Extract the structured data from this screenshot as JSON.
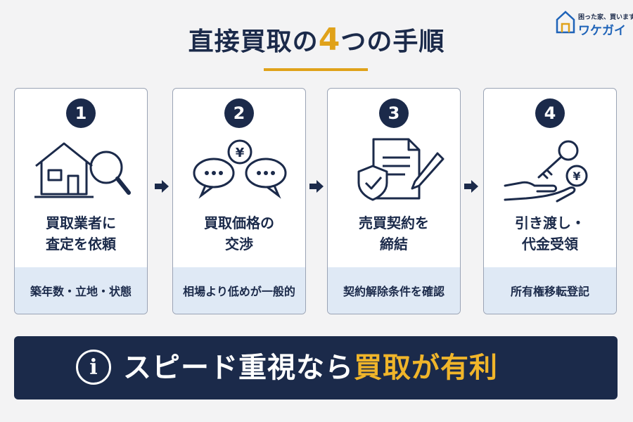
{
  "title": {
    "prefix": "直接買取の",
    "number": "4",
    "suffix": "つの手順"
  },
  "logo": {
    "tagline": "困った家、買います。",
    "name": "ワケガイ"
  },
  "steps": [
    {
      "number": "1",
      "line1": "買取業者に",
      "line2": "査定を依頼",
      "note": "築年数・立地・状態"
    },
    {
      "number": "2",
      "line1": "買取価格の",
      "line2": "交渉",
      "note": "相場より低めが一般的"
    },
    {
      "number": "3",
      "line1": "売買契約を",
      "line2": "締結",
      "note": "契約解除条件を確認"
    },
    {
      "number": "4",
      "line1": "引き渡し・",
      "line2": "代金受領",
      "note": "所有権移転登記"
    }
  ],
  "icons": [
    "house-search-icon",
    "price-negotiation-icon",
    "contract-icon",
    "key-payment-icon"
  ],
  "banner": {
    "icon_glyph": "i",
    "text_main": "スピード重視なら",
    "text_highlight": "買取が有利"
  },
  "colors": {
    "navy": "#1b2a4a",
    "gold": "#e0a21a",
    "note_bg": "#dfe9f5",
    "highlight": "#f0b52a"
  }
}
